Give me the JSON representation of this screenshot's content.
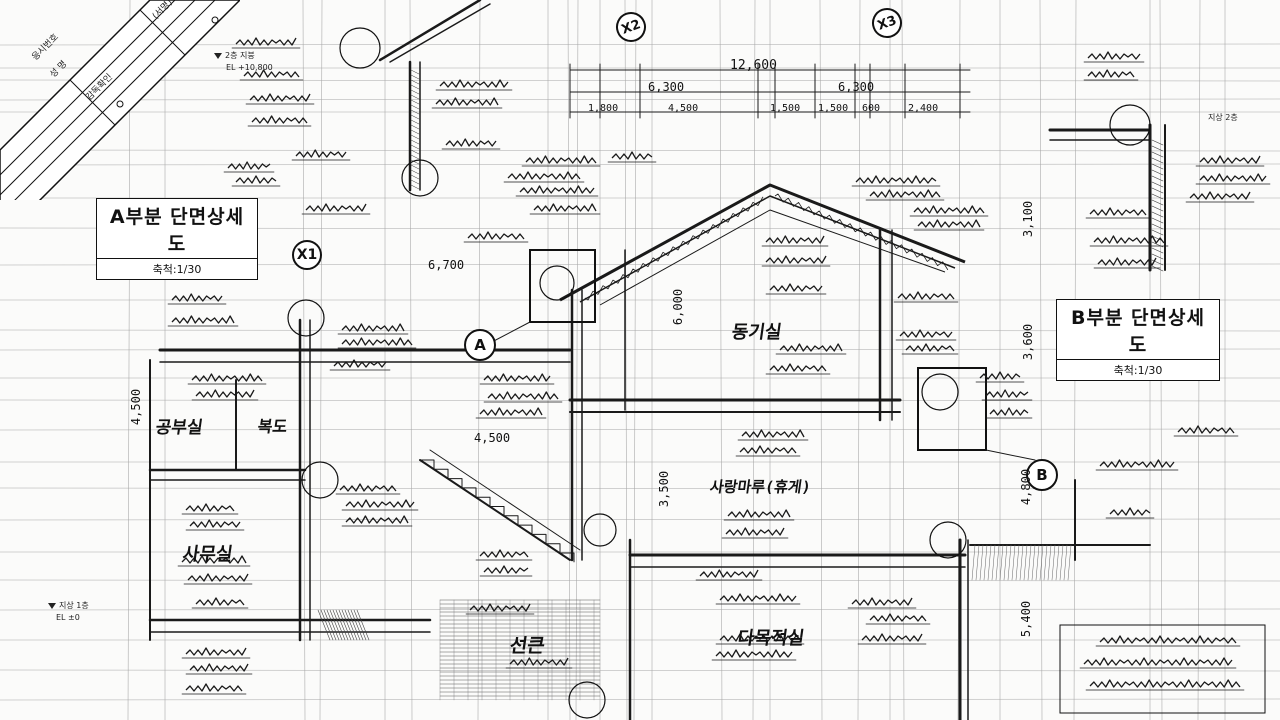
{
  "title_a": {
    "name": "A부분 단면상세도",
    "scale": "축척:1/30"
  },
  "title_b": {
    "name": "B부분 단면상세도",
    "scale": "축척:1/30"
  },
  "callouts": {
    "a": "A",
    "b": "B"
  },
  "axes": {
    "x1": "X1",
    "x2": "X2",
    "x3": "X3"
  },
  "stamp": {
    "exam_no": "응시번호",
    "name_label": "성 명",
    "signature": "(서명)",
    "supervisor": "감독확인"
  },
  "levels": {
    "roof2": {
      "label": "2층 지붕",
      "el": "EL +10,800"
    },
    "floor1": {
      "label": "지상 1층",
      "el": "EL ±0"
    },
    "floor2_right": {
      "label": "지상 2층"
    }
  },
  "dimensions": {
    "top_total": "12,600",
    "top_left": "6,300",
    "top_right": "6,300",
    "sub1": "1,800",
    "sub2": "4,500",
    "sub3": "1,500",
    "sub4": "1,500",
    "sub5": "600",
    "sub6": "2,400",
    "left_span": "6,700",
    "stair_span": "4,500",
    "roof_height": "6,000",
    "right_h1": "3,100",
    "right_h2": "3,600",
    "right_h3": "4,800",
    "right_h4": "5,400",
    "left_h": "4,500",
    "center_h": "3,500"
  },
  "room_labels": {
    "upper_hall": "동기실",
    "study": "공부실",
    "corridor": "복도",
    "office": "사무실",
    "big_hall": "다목적실",
    "lounge": "사랑마루(휴게)",
    "stair_hall": "선큰"
  }
}
